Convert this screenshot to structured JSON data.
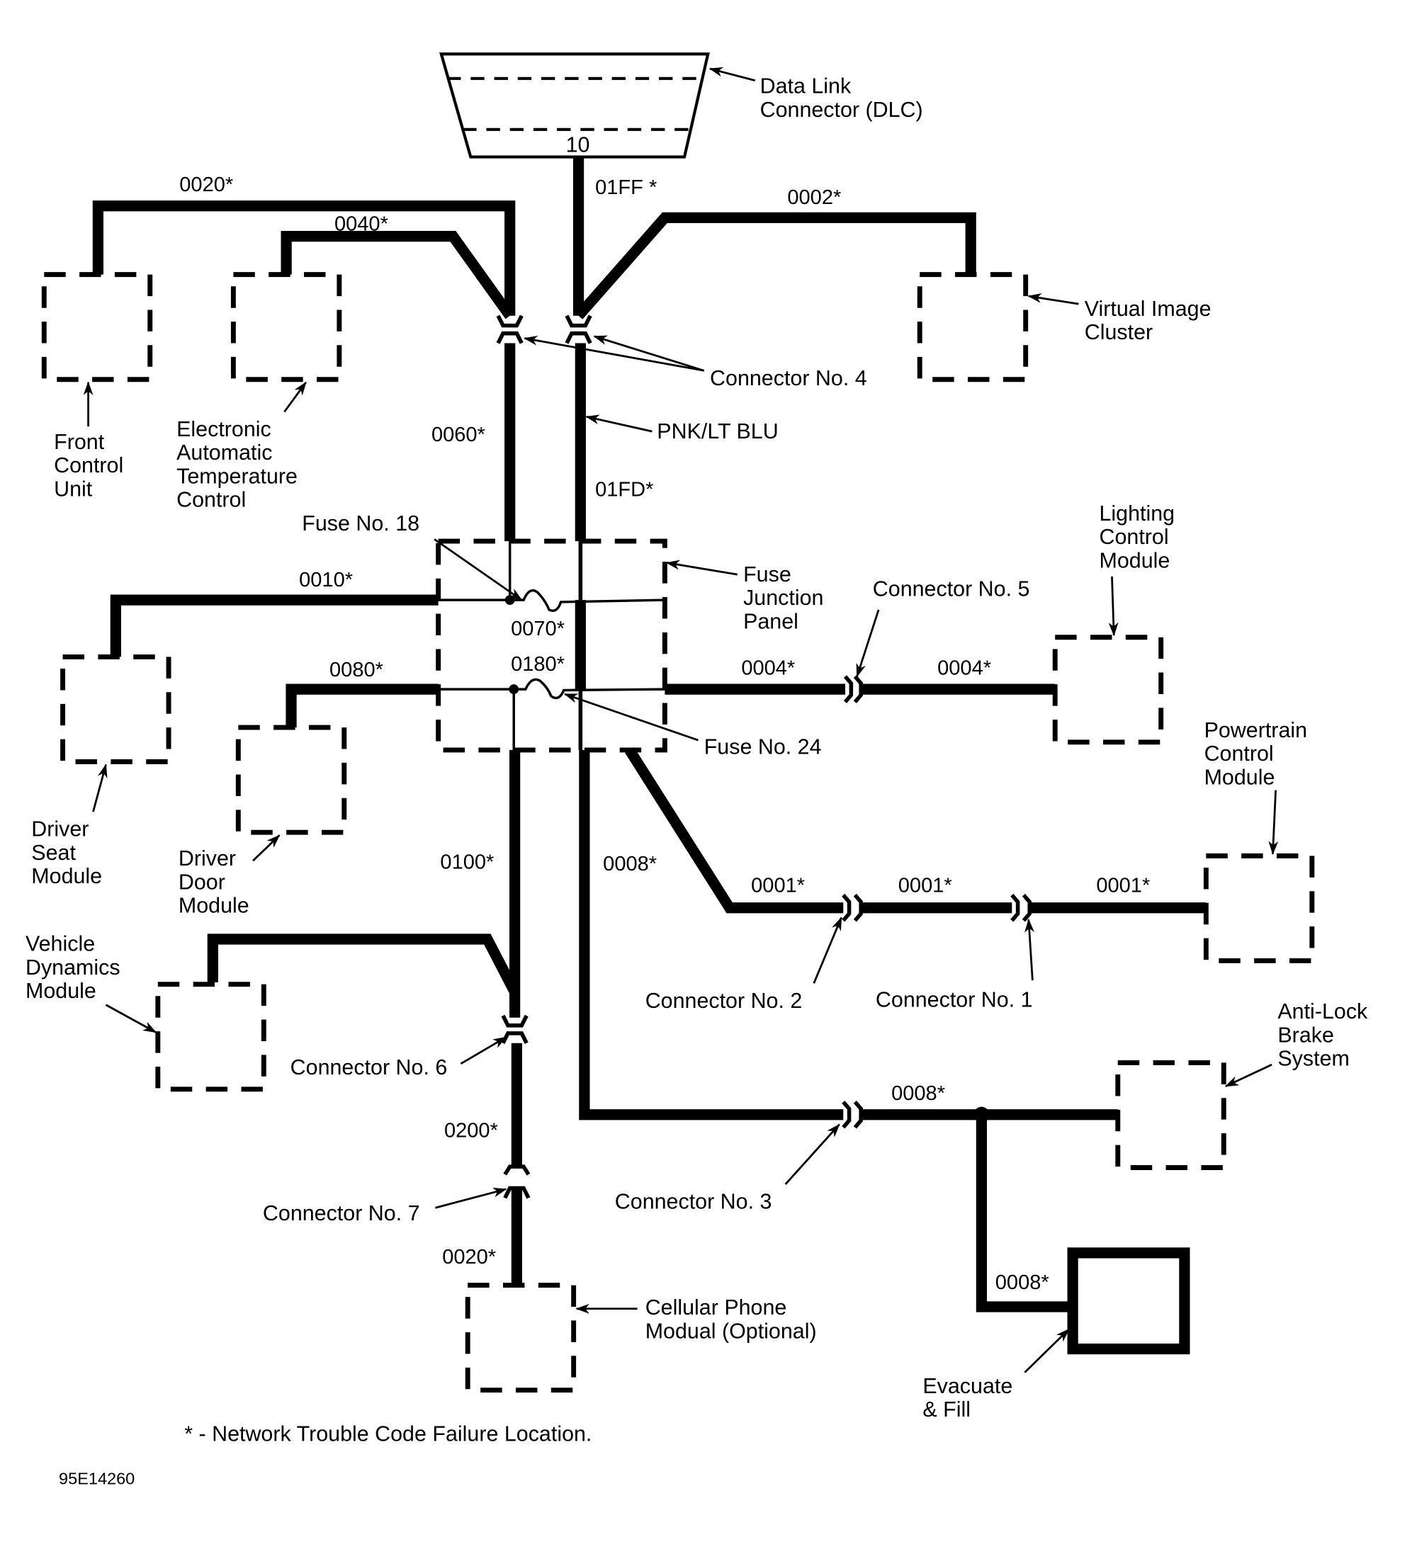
{
  "diagram": {
    "components": {
      "dlc": {
        "label_1": "Data Link",
        "label_2": "Connector (DLC)",
        "pin": "10"
      },
      "front_control_unit": {
        "label_1": "Front",
        "label_2": "Control",
        "label_3": "Unit"
      },
      "eatc": {
        "label_1": "Electronic",
        "label_2": "Automatic",
        "label_3": "Temperature",
        "label_4": "Control"
      },
      "virtual_image_cluster": {
        "label_1": "Virtual Image",
        "label_2": "Cluster"
      },
      "fuse_junction_panel": {
        "label_1": "Fuse",
        "label_2": "Junction",
        "label_3": "Panel"
      },
      "lighting_control_module": {
        "label_1": "Lighting",
        "label_2": "Control",
        "label_3": "Module"
      },
      "driver_seat_module": {
        "label_1": "Driver",
        "label_2": "Seat",
        "label_3": "Module"
      },
      "driver_door_module": {
        "label_1": "Driver",
        "label_2": "Door",
        "label_3": "Module"
      },
      "powertrain_control_module": {
        "label_1": "Powertrain",
        "label_2": "Control",
        "label_3": "Module"
      },
      "vehicle_dynamics_module": {
        "label_1": "Vehicle",
        "label_2": "Dynamics",
        "label_3": "Module"
      },
      "anti_lock_brake_system": {
        "label_1": "Anti-Lock",
        "label_2": "Brake",
        "label_3": "System"
      },
      "cellular_phone_module": {
        "label_1": "Cellular Phone",
        "label_2": "Modual (Optional)"
      },
      "evacuate_fill": {
        "label_1": "Evacuate",
        "label_2": "& Fill"
      }
    },
    "connectors": {
      "c4": "Connector No. 4",
      "c5": "Connector No. 5",
      "c2": "Connector No. 2",
      "c1": "Connector No. 1",
      "c6": "Connector No. 6",
      "c7": "Connector No. 7",
      "c3": "Connector No. 3"
    },
    "fuses": {
      "f18": "Fuse No. 18",
      "f24": "Fuse No. 24"
    },
    "wire_color": "PNK/LT BLU",
    "codes": {
      "c0020_top": "0020*",
      "c0040": "0040*",
      "c01ff": "01FF *",
      "c0002": "0002*",
      "c0060": "0060*",
      "c01fd": "01FD*",
      "c0010": "0010*",
      "c0070": "0070*",
      "c0180": "0180*",
      "c0080": "0080*",
      "c0004_a": "0004*",
      "c0004_b": "0004*",
      "c0100": "0100*",
      "c0008_main": "0008*",
      "c0001_a": "0001*",
      "c0001_b": "0001*",
      "c0001_c": "0001*",
      "c0200": "0200*",
      "c0020_bottom": "0020*",
      "c0008_abs": "0008*",
      "c0008_fill": "0008*"
    },
    "legend": "* - Network Trouble Code Failure Location.",
    "figure_id": "95E14260"
  }
}
